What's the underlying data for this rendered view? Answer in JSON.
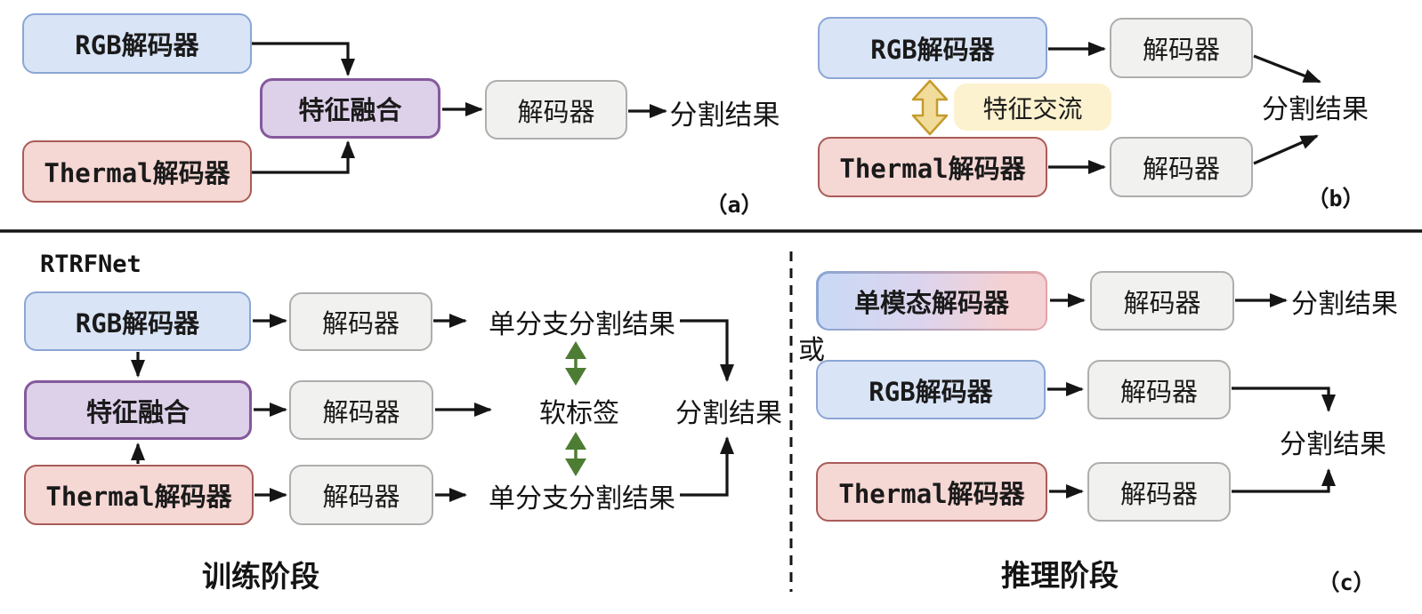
{
  "texts": {
    "rgb_encoder": "RGB解码器",
    "thermal_encoder": "Thermal解码器",
    "unimodal_encoder": "单模态解码器",
    "fusion": "特征融合",
    "exchange": "特征交流",
    "decoder": "解码器",
    "result": "分割结果",
    "branch_result": "单分支分割结果",
    "soft_label": "软标签",
    "or": "或",
    "net_name": "RTRFNet",
    "training_stage": "训练阶段",
    "inference_stage": "推理阶段",
    "label_a": "（a）",
    "label_b": "（b）",
    "label_c": "（c）"
  },
  "colors": {
    "rgb_box_fill": "#d9e4f6",
    "rgb_box_border": "#8ca6d5",
    "thermal_box_fill": "#f5d7d4",
    "thermal_box_border": "#a95c58",
    "fusion_box_fill": "#ddd0e9",
    "fusion_box_border": "#85599c",
    "decoder_box_fill": "#f1f1ef",
    "decoder_box_border": "#aeaeae",
    "exchange_box_fill": "#fdf2cf",
    "gold_arrow_fill": "#f2dc9b",
    "gold_arrow_stroke": "#c49b2b",
    "green_arrow": "#4d7c33",
    "line_color": "#151515"
  }
}
